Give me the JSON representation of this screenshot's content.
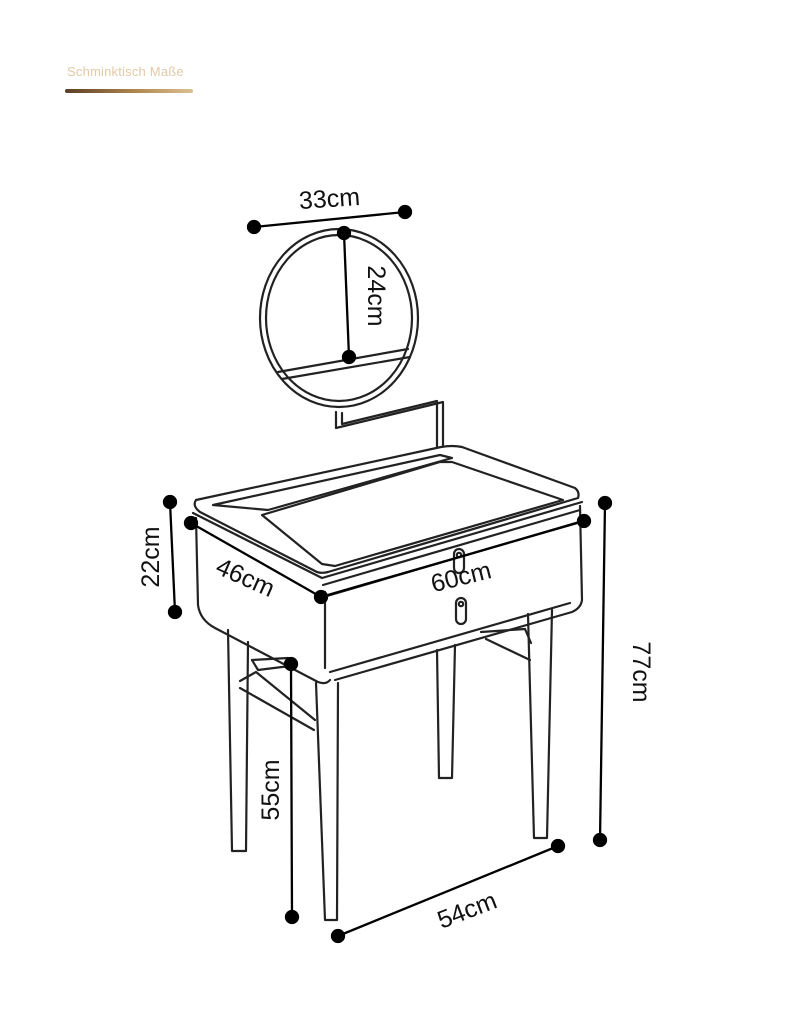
{
  "header": {
    "title": "Schminktisch Maße",
    "accent_colors": [
      "#5a3e26",
      "#b0874f",
      "#dcc093"
    ],
    "title_color": "#e3c9a6"
  },
  "diagram": {
    "line_color": "#222222",
    "dimensions": {
      "mirror_width": "33cm",
      "mirror_height": "24cm",
      "table_depth": "46cm",
      "table_width": "60cm",
      "drawer_height": "22cm",
      "total_height": "77cm",
      "leg_height": "55cm",
      "base_width": "54cm"
    }
  }
}
